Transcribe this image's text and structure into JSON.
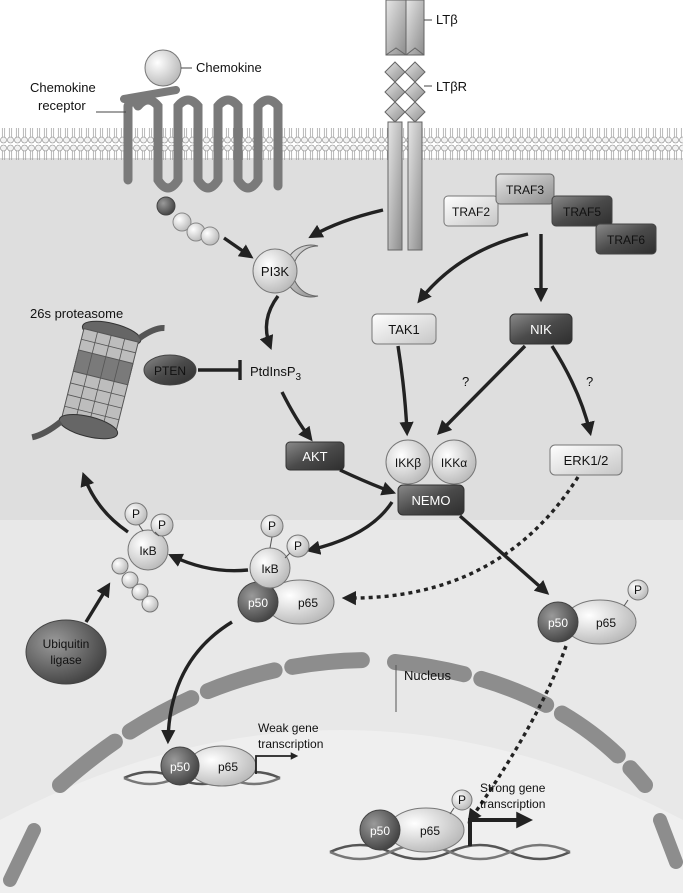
{
  "labels": {
    "chemokine": "Chemokine",
    "chemokine_receptor_1": "Chemokine",
    "chemokine_receptor_2": "receptor",
    "lt_beta": "LTβ",
    "lt_beta_r": "LTβR",
    "traf2": "TRAF2",
    "traf3": "TRAF3",
    "traf5": "TRAF5",
    "traf6": "TRAF6",
    "pi3k": "PI3K",
    "pten": "PTEN",
    "ptdinsp3_main": "PtdInsP",
    "ptdinsp3_sub": "3",
    "akt": "AKT",
    "tak1": "TAK1",
    "nik": "NIK",
    "question_1": "?",
    "question_2": "?",
    "ikk_beta": "IKKβ",
    "ikk_alpha": "IKKα",
    "nemo": "NEMO",
    "erk": "ERK1/2",
    "proteasome": "26s proteasome",
    "ikb_free": "IκB",
    "ikb_bound": "IκB",
    "p_symbol": "P",
    "p50": "p50",
    "p65": "p65",
    "ubiquitin_1": "Ubiquitin",
    "ubiquitin_2": "ligase",
    "nucleus": "Nucleus",
    "weak_1": "Weak gene",
    "weak_2": "transcription",
    "strong_1": "Strong gene",
    "strong_2": "transcription"
  },
  "colors": {
    "cytoplasm": "#e4e4e4",
    "membrane": "#cfcfcf",
    "nucleus": "#ebebeb",
    "box_dark": "#555555",
    "box_light": "#bdbdbd"
  }
}
